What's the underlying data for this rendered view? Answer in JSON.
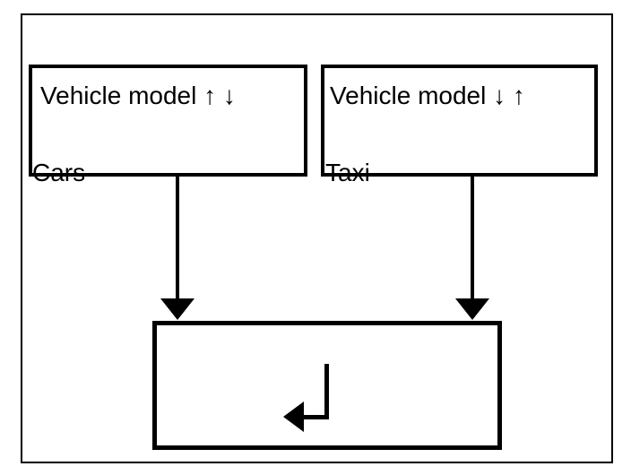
{
  "diagram": {
    "background_color": "#ffffff",
    "line_color": "#000000",
    "text_color": "#000000",
    "nodes": {
      "cars": {
        "title": "Vehicle model ↑ ↓",
        "label": "Cars"
      },
      "taxi": {
        "title": "Vehicle model ↓ ↑",
        "label": "Taxi"
      },
      "merge": {
        "icon": "return-arrow-icon"
      }
    },
    "connections": [
      {
        "from": "cars",
        "to": "merge",
        "style": "solid-arrow-down"
      },
      {
        "from": "taxi",
        "to": "merge",
        "style": "solid-arrow-down"
      }
    ]
  }
}
